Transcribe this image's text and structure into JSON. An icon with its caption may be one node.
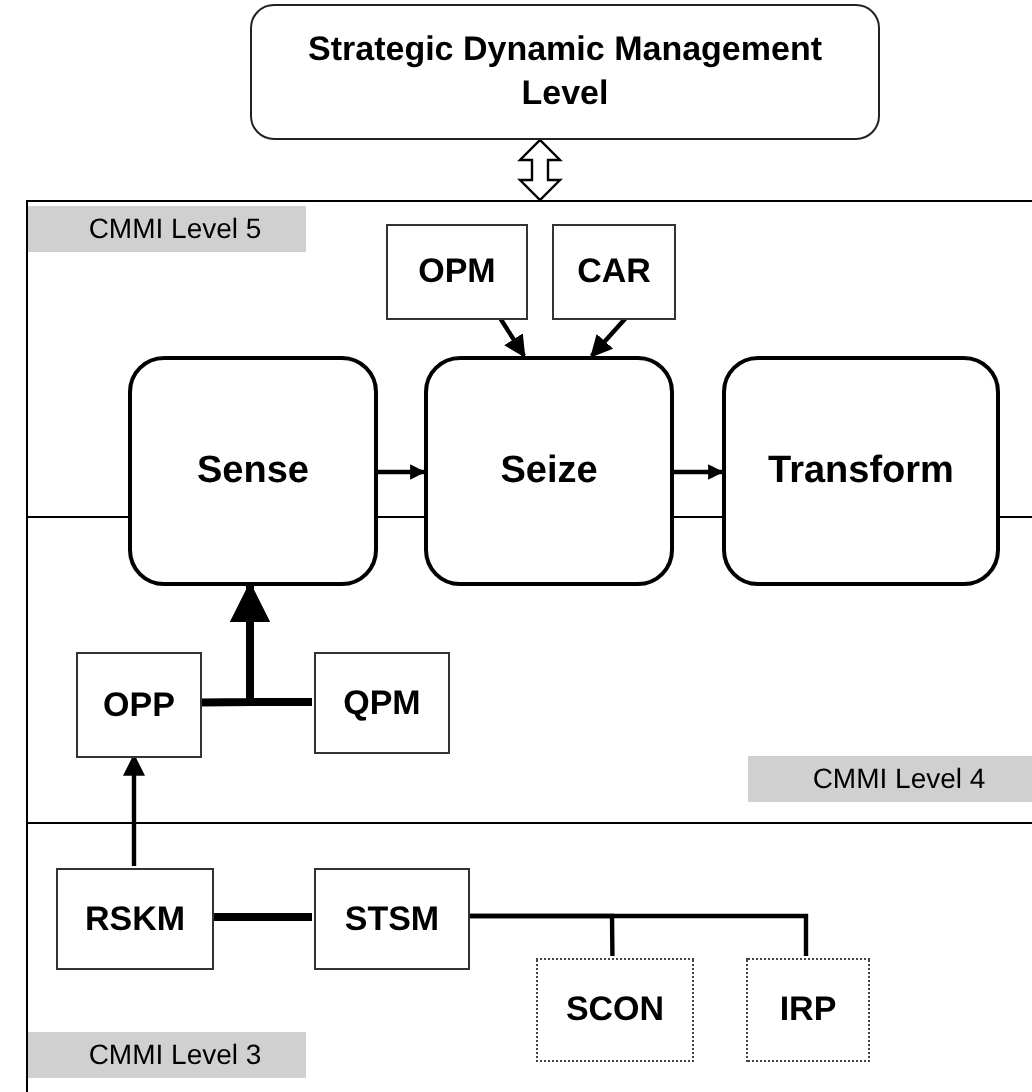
{
  "diagram": {
    "nodes": [
      {
        "text": [
          "Strategic Dynamic Management Level"
        ]
      },
      {
        "text": [
          "CMMI Level 5"
        ]
      },
      {
        "text": [
          "OPM"
        ],
        "in": 1
      },
      {
        "text": [
          "CAR"
        ],
        "in": 1
      },
      {
        "text": [
          "Sense"
        ]
      },
      {
        "text": [
          "Seize"
        ]
      },
      {
        "text": [
          "Transform"
        ]
      },
      {
        "text": [
          "CMMI Level 4"
        ]
      },
      {
        "text": [
          "OPP"
        ],
        "in": 7
      },
      {
        "text": [
          "QPM"
        ],
        "in": 7
      },
      {
        "text": [
          "CMMI Level 3"
        ]
      },
      {
        "text": [
          "RSKM"
        ],
        "in": 10
      },
      {
        "text": [
          "STSM"
        ],
        "in": 10
      },
      {
        "text": [
          "SCON"
        ],
        "in": 10
      },
      {
        "text": [
          "IRP"
        ],
        "in": 10
      }
    ],
    "edges": [
      {
        "from": 0,
        "to": 1,
        "arrow": "both"
      },
      {
        "from": 2,
        "to": 5,
        "arrow": "to"
      },
      {
        "from": 3,
        "to": 5,
        "arrow": "to"
      },
      {
        "from": 4,
        "to": 5,
        "arrow": "to"
      },
      {
        "from": 5,
        "to": 6,
        "arrow": "to"
      },
      {
        "from": 8,
        "to": 4,
        "arrow": "to",
        "style": "thick"
      },
      {
        "from": 9,
        "to": 4,
        "arrow": "to",
        "style": "thick"
      },
      {
        "from": 11,
        "to": 8,
        "arrow": "to"
      },
      {
        "from": 11,
        "to": 12,
        "arrow": "none",
        "style": "thick"
      },
      {
        "from": 12,
        "to": 13,
        "arrow": "none"
      },
      {
        "from": 12,
        "to": 14,
        "arrow": "none"
      }
    ]
  }
}
